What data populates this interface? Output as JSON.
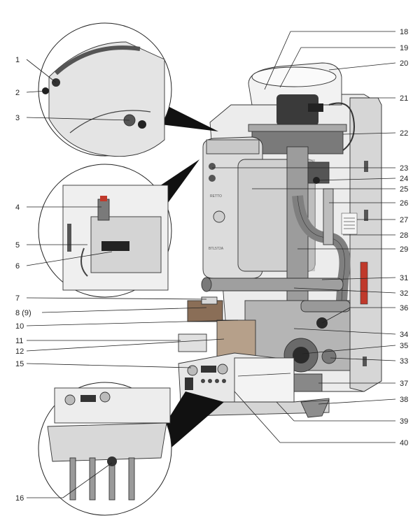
{
  "labels": {
    "left": [
      {
        "id": "l1",
        "text": "1"
      },
      {
        "id": "l2",
        "text": "2"
      },
      {
        "id": "l3",
        "text": "3"
      },
      {
        "id": "l4",
        "text": "4"
      },
      {
        "id": "l5",
        "text": "5"
      },
      {
        "id": "l6",
        "text": "6"
      },
      {
        "id": "l7",
        "text": "7"
      },
      {
        "id": "l8",
        "text": "8 (9)"
      },
      {
        "id": "l10",
        "text": "10"
      },
      {
        "id": "l11",
        "text": "11"
      },
      {
        "id": "l12",
        "text": "12"
      },
      {
        "id": "l15",
        "text": "15"
      },
      {
        "id": "l16",
        "text": "16"
      }
    ],
    "right": [
      {
        "id": "l18",
        "text": "18"
      },
      {
        "id": "l19",
        "text": "19"
      },
      {
        "id": "l20",
        "text": "20"
      },
      {
        "id": "l21",
        "text": "21"
      },
      {
        "id": "l22",
        "text": "22"
      },
      {
        "id": "l23",
        "text": "23"
      },
      {
        "id": "l24",
        "text": "24"
      },
      {
        "id": "l25",
        "text": "25"
      },
      {
        "id": "l26",
        "text": "26"
      },
      {
        "id": "l27",
        "text": "27"
      },
      {
        "id": "l28",
        "text": "28"
      },
      {
        "id": "l29",
        "text": "29"
      },
      {
        "id": "l31",
        "text": "31"
      },
      {
        "id": "l32",
        "text": "32"
      },
      {
        "id": "l36",
        "text": "36"
      },
      {
        "id": "l34",
        "text": "34"
      },
      {
        "id": "l35",
        "text": "35"
      },
      {
        "id": "l33",
        "text": "33"
      },
      {
        "id": "l37",
        "text": "37"
      },
      {
        "id": "l38",
        "text": "38"
      },
      {
        "id": "l39",
        "text": "39"
      },
      {
        "id": "l40",
        "text": "40"
      }
    ]
  },
  "device_text": {
    "vessel_tag": "RETTO",
    "vessel_model": "BTL5T2A"
  },
  "colors": {
    "body_light": "#e6e6e6",
    "body_mid": "#bdbdbd",
    "body_dark": "#6e6e6e",
    "panel_dark": "#3a3a3a",
    "accent_red": "#c0392b",
    "pointer_black": "#111111"
  }
}
